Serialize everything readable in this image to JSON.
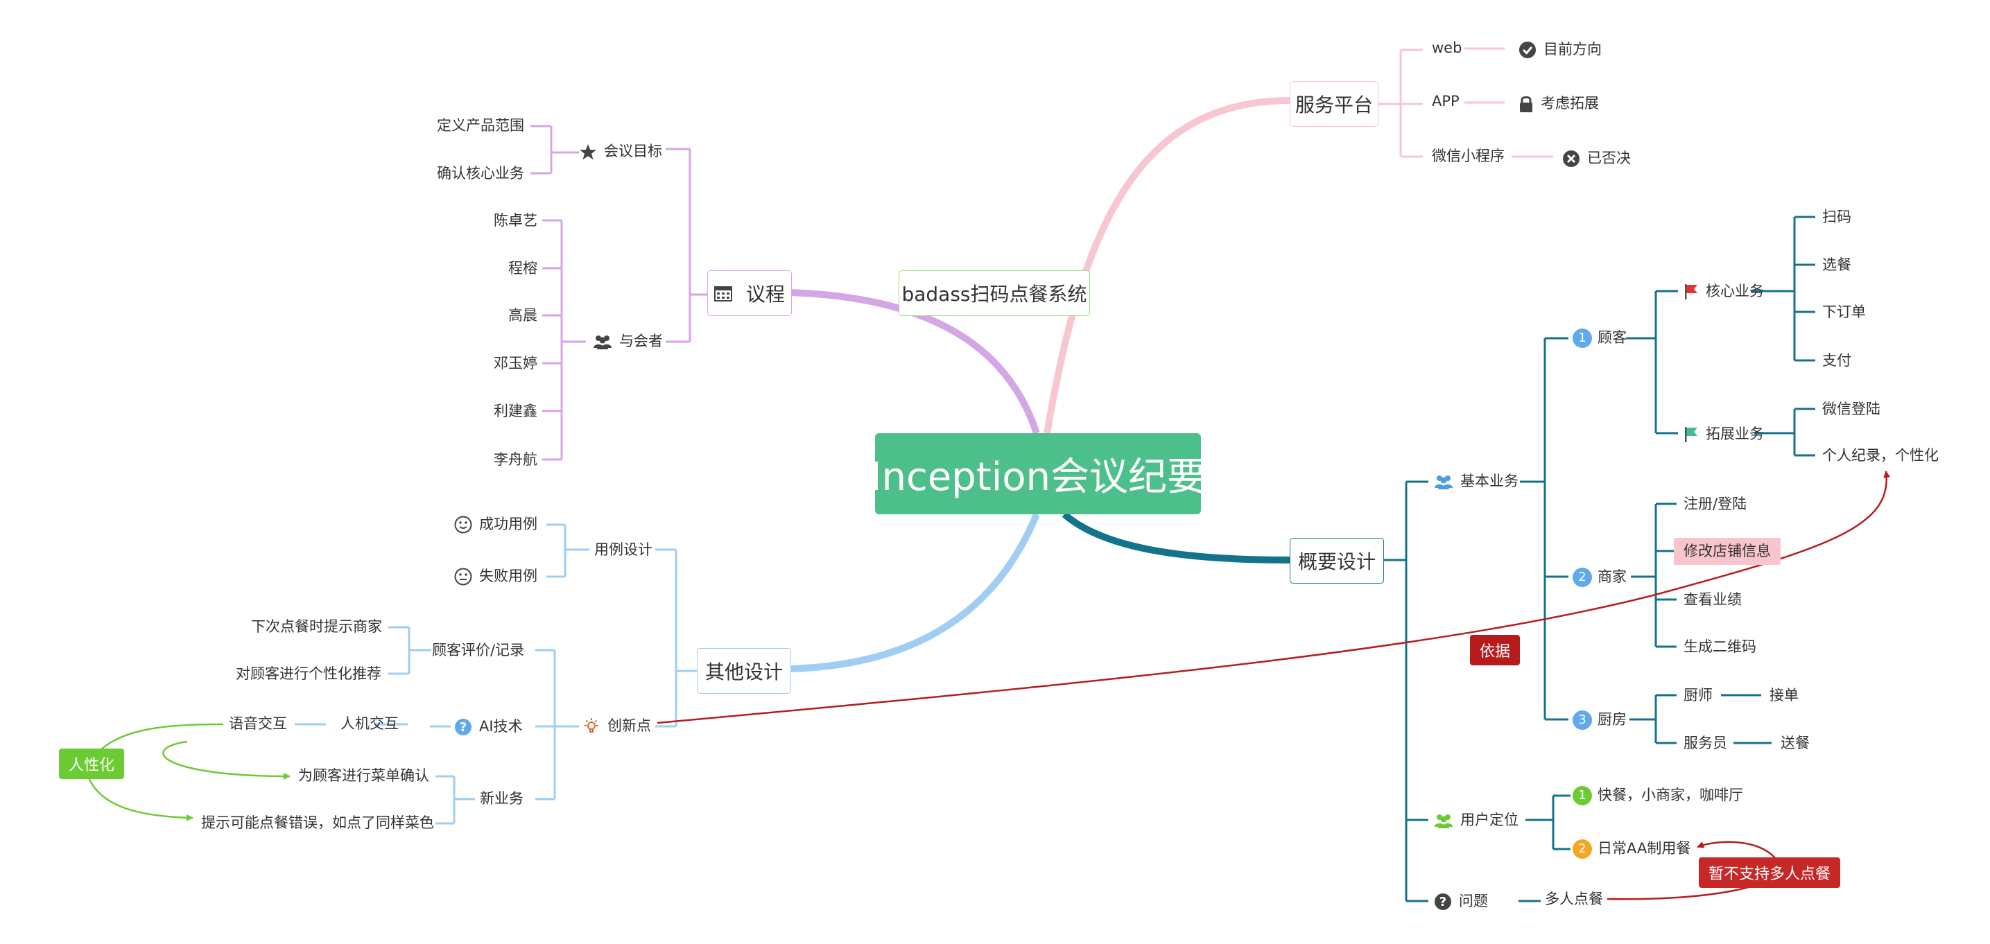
{
  "colors": {
    "central": "#4dbf8b",
    "purple": "#d5a6e6",
    "pink": "#f7c6d0",
    "teal": "#12738a",
    "blue": "#9fcdf3",
    "green": "#6ccb33",
    "red": "#b71c1c"
  },
  "central": "Inception会议纪要",
  "root_label": "badass扫码点餐系统",
  "agenda": {
    "title": "议程",
    "meeting_goal": "会议目标",
    "goals": [
      "定义产品范围",
      "确认核心业务"
    ],
    "attendees_label": "与会者",
    "attendees": [
      "陈卓艺",
      "程榕",
      "高晨",
      "邓玉婷",
      "利建鑫",
      "李舟航"
    ]
  },
  "platform": {
    "title": "服务平台",
    "items": [
      {
        "name": "web",
        "status": "目前方向",
        "icon": "check-circle-icon"
      },
      {
        "name": "APP",
        "status": "考虑拓展",
        "icon": "lock-icon"
      },
      {
        "name": "微信小程序",
        "status": "已否决",
        "icon": "x-circle-icon"
      }
    ]
  },
  "overview": {
    "title": "概要设计",
    "basic": "基本业务",
    "customer": {
      "num": "1",
      "label": "顾客"
    },
    "core": "核心业务",
    "core_items": [
      "扫码",
      "选餐",
      "下订单",
      "支付"
    ],
    "ext": "拓展业务",
    "ext_items": [
      "微信登陆",
      "个人纪录，个性化"
    ],
    "merchant": {
      "num": "2",
      "label": "商家"
    },
    "merchant_items": [
      "注册/登陆",
      "修改店铺信息",
      "查看业绩",
      "生成二维码"
    ],
    "kitchen": {
      "num": "3",
      "label": "厨房"
    },
    "chef": "厨师",
    "chef_task": "接单",
    "waiter": "服务员",
    "waiter_task": "送餐",
    "positioning": "用户定位",
    "pos_items": [
      {
        "num": "1",
        "label": "快餐，小商家，咖啡厅"
      },
      {
        "num": "2",
        "label": "日常AA制用餐"
      }
    ],
    "issue": "问题",
    "issue_item": "多人点餐"
  },
  "other": {
    "title": "其他设计",
    "usecase": "用例设计",
    "success": "成功用例",
    "fail": "失败用例",
    "innovation": "创新点",
    "review": "顾客评价/记录",
    "review_items": [
      "下次点餐时提示商家",
      "对顾客进行个性化推荐"
    ],
    "ai": "AI技术",
    "hci": "人机交互",
    "voice": "语音交互",
    "newbiz": "新业务",
    "newbiz_items": [
      "为顾客进行菜单确认",
      "提示可能点餐错误，如点了同样菜色"
    ]
  },
  "tags": {
    "basis": "依据",
    "humanize": "人性化",
    "nosupport": "暂不支持多人点餐"
  }
}
